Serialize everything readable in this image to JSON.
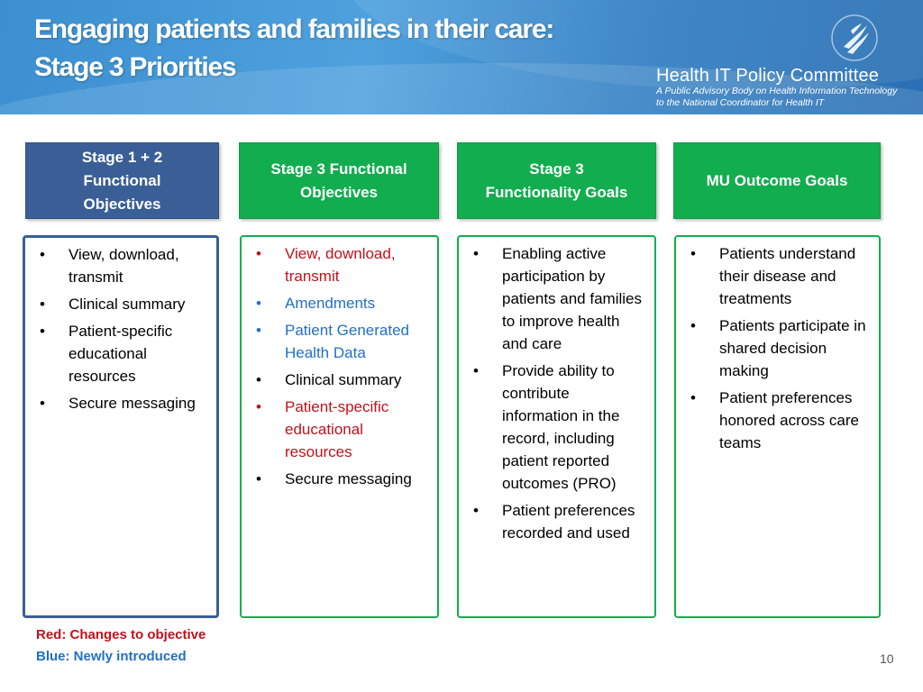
{
  "slide": {
    "title_line1": "Engaging patients and families in their care:",
    "title_line2": "Stage 3 Priorities",
    "org_name": "Health IT Policy Committee",
    "org_sub1": "A Public Advisory Body on Health Information Technology",
    "org_sub2": "to the National Coordinator for Health IT",
    "page_number": "10"
  },
  "columns": [
    {
      "header_lines": [
        "Stage 1 + 2",
        "Functional",
        "Objectives"
      ],
      "items": [
        {
          "text": "View, download, transmit",
          "color": "black"
        },
        {
          "text": "Clinical summary",
          "color": "black"
        },
        {
          "text": "Patient-specific educational resources",
          "color": "black"
        },
        {
          "text": "Secure messaging",
          "color": "black"
        }
      ]
    },
    {
      "header_lines": [
        "Stage  3 Functional",
        "Objectives"
      ],
      "items": [
        {
          "text": "View, download, transmit",
          "color": "red"
        },
        {
          "text": "Amendments",
          "color": "blue"
        },
        {
          "text": "Patient Generated Health Data",
          "color": "blue"
        },
        {
          "text": "Clinical summary",
          "color": "black"
        },
        {
          "text": "Patient-specific educational resources",
          "color": "red"
        },
        {
          "text": "Secure messaging",
          "color": "black"
        }
      ]
    },
    {
      "header_lines": [
        "Stage  3",
        "Functionality Goals"
      ],
      "items": [
        {
          "text": "Enabling active participation by patients and families to improve health and care",
          "color": "black"
        },
        {
          "text": "Provide ability to contribute information in the record, including patient reported outcomes (PRO)",
          "color": "black"
        },
        {
          "text": "Patient preferences recorded and used",
          "color": "black"
        }
      ]
    },
    {
      "header_lines": [
        "MU Outcome Goals"
      ],
      "items": [
        {
          "text": "Patients understand their disease and treatments",
          "color": "black"
        },
        {
          "text": "Patients participate in shared decision making",
          "color": "black"
        },
        {
          "text": "Patient preferences honored across care teams",
          "color": "black"
        }
      ]
    }
  ],
  "legend": {
    "red_label": "Red: Changes to objective",
    "blue_label": "Blue: Newly introduced"
  },
  "colors": {
    "header_blue": "#3a5f97",
    "header_green": "#12ad4e",
    "changed_red": "#c0121b",
    "new_blue": "#2270c4"
  }
}
